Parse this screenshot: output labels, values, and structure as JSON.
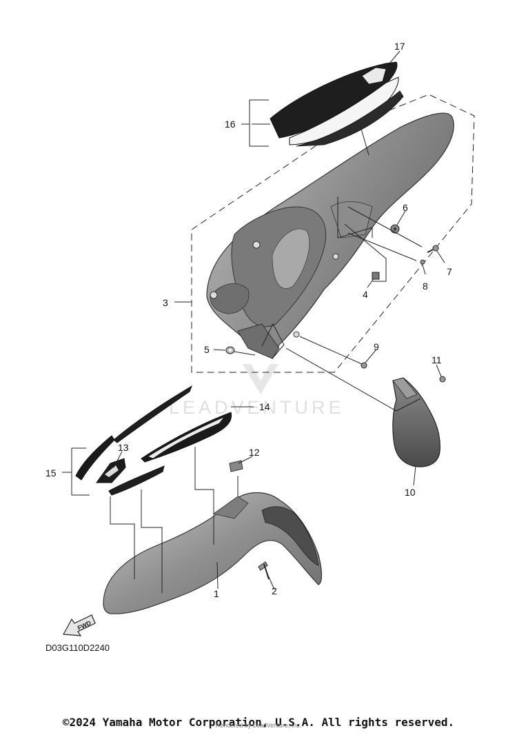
{
  "diagram": {
    "code": "D03G110D2240",
    "watermark": "LEADVENTURE",
    "fwd_label": "FWD",
    "callouts": [
      {
        "id": "1",
        "label": "1"
      },
      {
        "id": "2",
        "label": "2"
      },
      {
        "id": "3",
        "label": "3"
      },
      {
        "id": "4",
        "label": "4"
      },
      {
        "id": "5",
        "label": "5"
      },
      {
        "id": "6",
        "label": "6"
      },
      {
        "id": "7",
        "label": "7"
      },
      {
        "id": "8",
        "label": "8"
      },
      {
        "id": "9",
        "label": "9"
      },
      {
        "id": "10",
        "label": "10"
      },
      {
        "id": "11",
        "label": "11"
      },
      {
        "id": "12",
        "label": "12"
      },
      {
        "id": "13",
        "label": "13"
      },
      {
        "id": "14",
        "label": "14"
      },
      {
        "id": "15",
        "label": "15"
      },
      {
        "id": "16",
        "label": "16"
      },
      {
        "id": "17",
        "label": "17"
      }
    ]
  },
  "footer": {
    "copyright": "©2024 Yamaha Motor Corporation, U.S.A. All rights reserved.",
    "rendered_by": "Rendered by LeadVenture, Inc."
  },
  "colors": {
    "part_fill": "#9a9a9a",
    "part_dark": "#5c5c5c",
    "line": "#222222",
    "decal_dark": "#2a2a2a"
  }
}
